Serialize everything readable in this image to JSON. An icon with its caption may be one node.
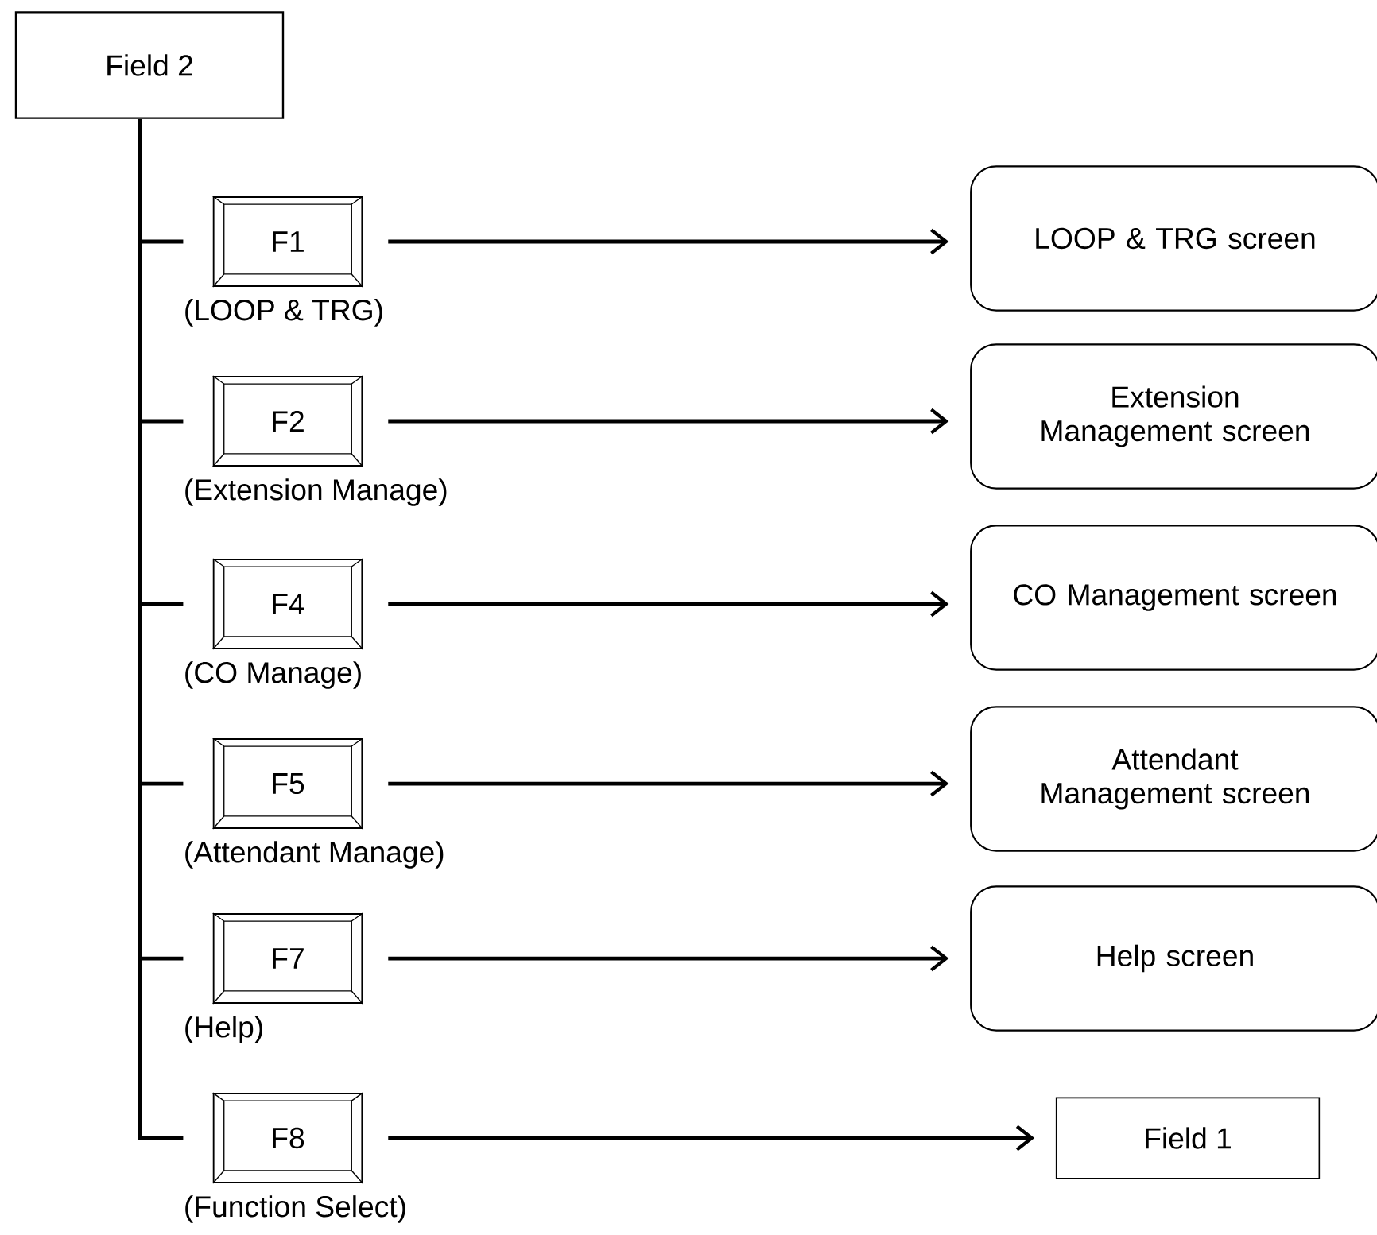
{
  "diagram": {
    "nodes": [
      {
        "text": [
          "Field 2"
        ]
      },
      {
        "text": [
          "F1"
        ],
        "beside": [
          "(LOOP & TRG)"
        ]
      },
      {
        "text": [
          "F2"
        ],
        "beside": [
          "(Extension Manage)"
        ]
      },
      {
        "text": [
          "F4"
        ],
        "beside": [
          "(CO Manage)"
        ]
      },
      {
        "text": [
          "F5"
        ],
        "beside": [
          "(Attendant Manage)"
        ]
      },
      {
        "text": [
          "F7"
        ],
        "beside": [
          "(Help)"
        ]
      },
      {
        "text": [
          "F8"
        ],
        "beside": [
          "(Function Select)"
        ]
      },
      {
        "text": [
          "LOOP & TRG screen"
        ]
      },
      {
        "text": [
          "Extension Management screen"
        ]
      },
      {
        "text": [
          "CO Management screen"
        ]
      },
      {
        "text": [
          "Attendant Management screen"
        ]
      },
      {
        "text": [
          "Help screen"
        ]
      },
      {
        "text": [
          "Field 1"
        ]
      }
    ],
    "edges": [
      {
        "from": 0,
        "to": 1,
        "arrow": "none"
      },
      {
        "from": 0,
        "to": 2,
        "arrow": "none"
      },
      {
        "from": 0,
        "to": 3,
        "arrow": "none"
      },
      {
        "from": 0,
        "to": 4,
        "arrow": "none"
      },
      {
        "from": 0,
        "to": 5,
        "arrow": "none"
      },
      {
        "from": 0,
        "to": 6,
        "arrow": "none"
      },
      {
        "from": 1,
        "to": 7,
        "arrow": "to"
      },
      {
        "from": 2,
        "to": 8,
        "arrow": "to"
      },
      {
        "from": 3,
        "to": 9,
        "arrow": "to"
      },
      {
        "from": 4,
        "to": 10,
        "arrow": "to"
      },
      {
        "from": 5,
        "to": 11,
        "arrow": "to"
      },
      {
        "from": 6,
        "to": 12,
        "arrow": "to"
      }
    ]
  }
}
